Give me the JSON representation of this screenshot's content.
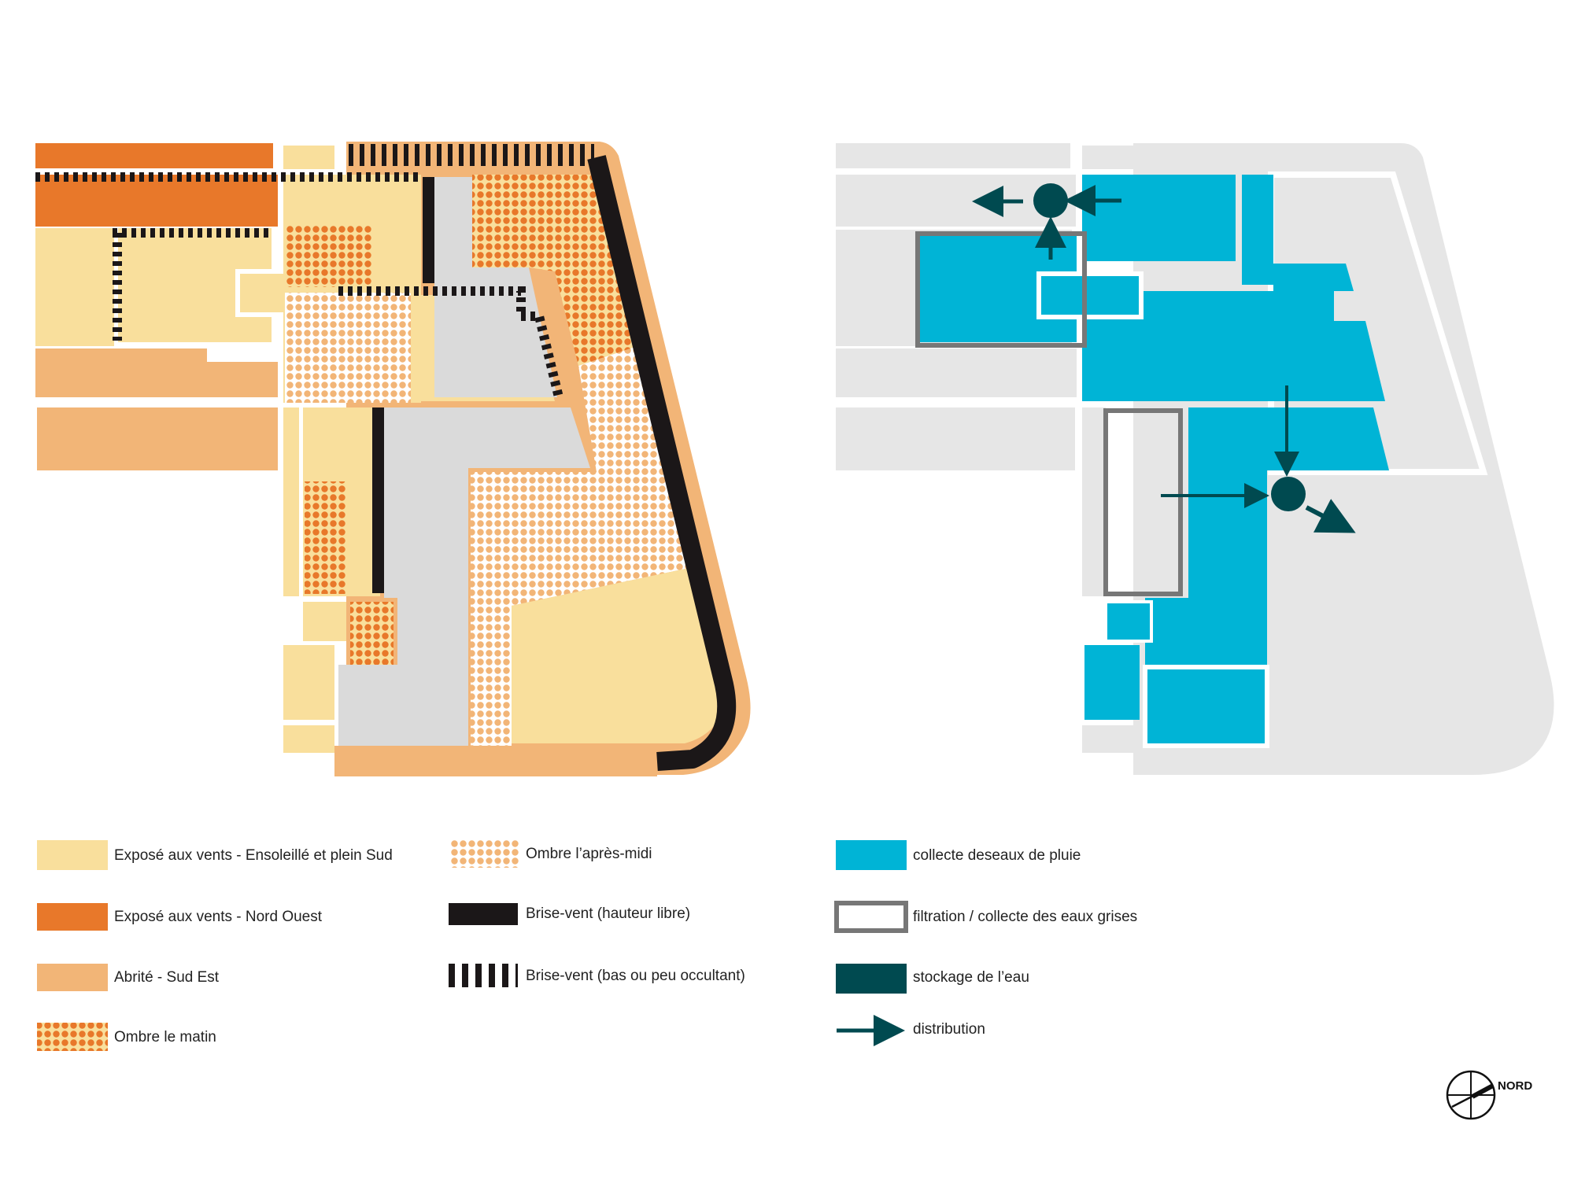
{
  "colors": {
    "sun_exposed": "#f9df9c",
    "northwest_exposed": "#e8782a",
    "sheltered": "#f2b577",
    "orange_dot": "#e8782a",
    "light_dot": "#f2b577",
    "windbreak": "#1b1718",
    "gray_zone": "#dadada",
    "site_gray": "#e6e6e6",
    "rain_collect": "#00b4d6",
    "filtration": "#777777",
    "storage": "#004a50"
  },
  "legend_left": {
    "items": [
      {
        "label": "Exposé aux vents - Ensoleillé et plein Sud",
        "swatch": "sun_exposed"
      },
      {
        "label": "Exposé aux vents - Nord Ouest",
        "swatch": "northwest_exposed"
      },
      {
        "label": "Abrité - Sud Est",
        "swatch": "sheltered"
      },
      {
        "label": "Ombre le matin",
        "swatch": "dots-orange"
      }
    ]
  },
  "legend_mid": {
    "items": [
      {
        "label": "Ombre l’après-midi",
        "swatch": "dots-light"
      },
      {
        "label": "Brise-vent (hauteur libre)",
        "swatch": "windbreak-solid"
      },
      {
        "label": "Brise-vent (bas ou peu occultant)",
        "swatch": "windbreak-dashed"
      }
    ]
  },
  "legend_right": {
    "items": [
      {
        "label": "collecte deseaux de pluie",
        "swatch": "rain_collect"
      },
      {
        "label": "filtration / collecte des eaux grises",
        "swatch": "filtration-outline"
      },
      {
        "label": "stockage de l’eau",
        "swatch": "storage"
      },
      {
        "label": "distribution",
        "swatch": "arrow"
      }
    ]
  },
  "compass": {
    "label": "NORD",
    "icon": "compass-icon"
  }
}
